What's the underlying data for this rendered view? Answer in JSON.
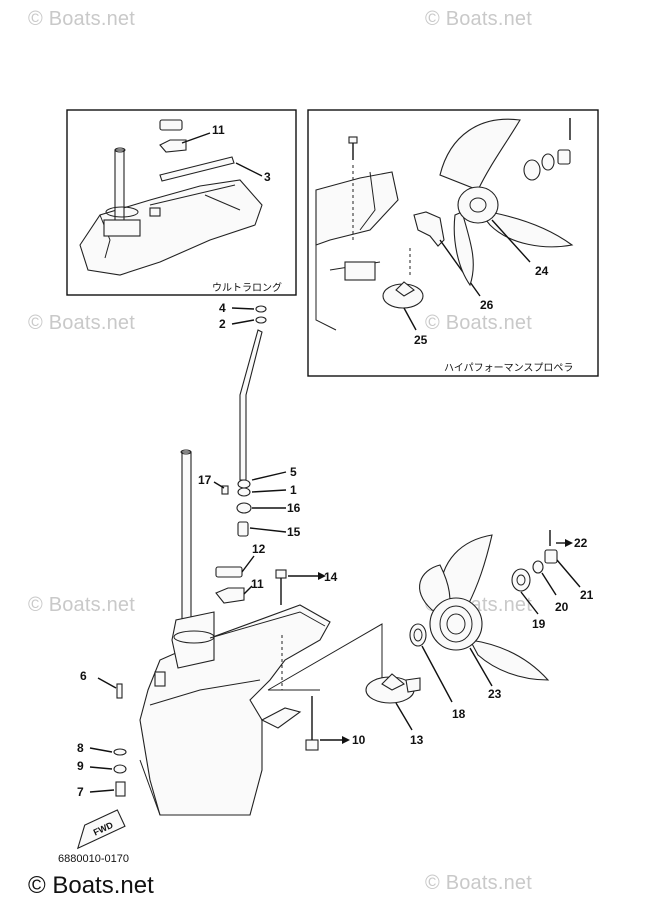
{
  "watermark": "© Boats.net",
  "footer_watermark": "© Boats.net",
  "diagram_code": "6880010-0170",
  "inset_left_caption": "ウルトラロング",
  "inset_right_caption": "ハイパフォーマンスプロペラ",
  "fwd_label": "FWD",
  "callouts": {
    "c1": "1",
    "c2": "2",
    "c3": "3",
    "c4": "4",
    "c5": "5",
    "c6": "6",
    "c7": "7",
    "c8": "8",
    "c9": "9",
    "c10": "10",
    "c11a": "11",
    "c11b": "11",
    "c12": "12",
    "c13": "13",
    "c14": "14",
    "c15": "15",
    "c16": "16",
    "c17": "17",
    "c18": "18",
    "c19": "19",
    "c20": "20",
    "c21": "21",
    "c22": "22",
    "c23": "23",
    "c24": "24",
    "c25": "25",
    "c26": "26"
  }
}
